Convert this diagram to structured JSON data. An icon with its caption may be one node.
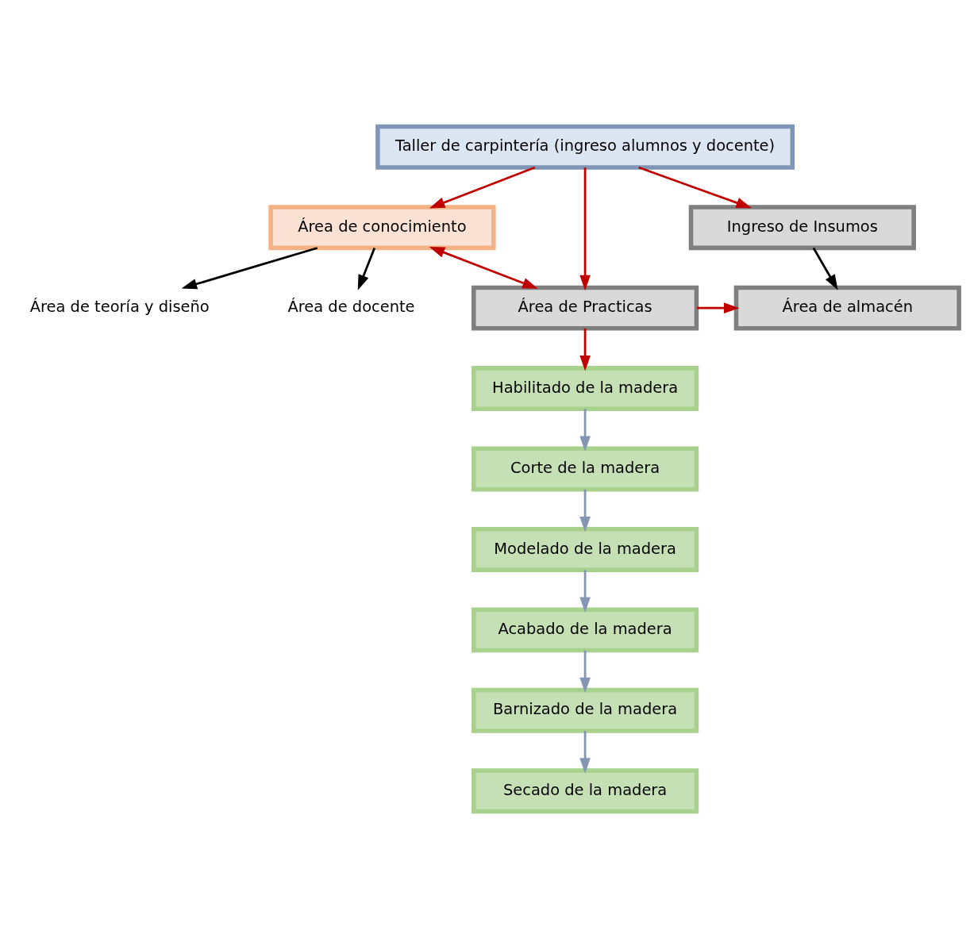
{
  "diagram": {
    "nodes": [
      {
        "text": [
          "Taller de carpintería (ingreso alumnos y docente)"
        ]
      },
      {
        "text": [
          "Área de conocimiento"
        ]
      },
      {
        "text": [
          "Ingreso de Insumos"
        ]
      },
      {
        "text": [
          "Área de Practicas"
        ]
      },
      {
        "text": [
          "Área de almacén"
        ]
      },
      {
        "text": [
          "Área de teoría y diseño"
        ]
      },
      {
        "text": [
          "Área de docente"
        ]
      },
      {
        "text": [
          "Habilitado de la madera"
        ]
      },
      {
        "text": [
          "Corte de la madera"
        ]
      },
      {
        "text": [
          "Modelado de la madera"
        ]
      },
      {
        "text": [
          "Acabado de la madera"
        ]
      },
      {
        "text": [
          "Barnizado de la madera"
        ]
      },
      {
        "text": [
          "Secado de la madera"
        ]
      }
    ],
    "edges": [
      {
        "from": 0,
        "to": 1,
        "arrow": "to"
      },
      {
        "from": 0,
        "to": 3,
        "arrow": "to"
      },
      {
        "from": 0,
        "to": 2,
        "arrow": "to"
      },
      {
        "from": 2,
        "to": 4,
        "arrow": "to",
        "color": "#000000"
      },
      {
        "from": 1,
        "to": 3,
        "arrow": "both"
      },
      {
        "from": 3,
        "to": 4,
        "arrow": "to"
      },
      {
        "from": 1,
        "to": 5,
        "arrow": "to",
        "color": "#000000"
      },
      {
        "from": 1,
        "to": 6,
        "arrow": "to",
        "color": "#000000"
      },
      {
        "from": 3,
        "to": 7,
        "arrow": "to"
      },
      {
        "from": 7,
        "to": 8,
        "arrow": "to",
        "color": "#8496b0"
      },
      {
        "from": 8,
        "to": 9,
        "arrow": "to",
        "color": "#8496b0"
      },
      {
        "from": 9,
        "to": 10,
        "arrow": "to",
        "color": "#8496b0"
      },
      {
        "from": 10,
        "to": 11,
        "arrow": "to",
        "color": "#8496b0"
      },
      {
        "from": 11,
        "to": 12,
        "arrow": "to",
        "color": "#8496b0"
      }
    ]
  }
}
